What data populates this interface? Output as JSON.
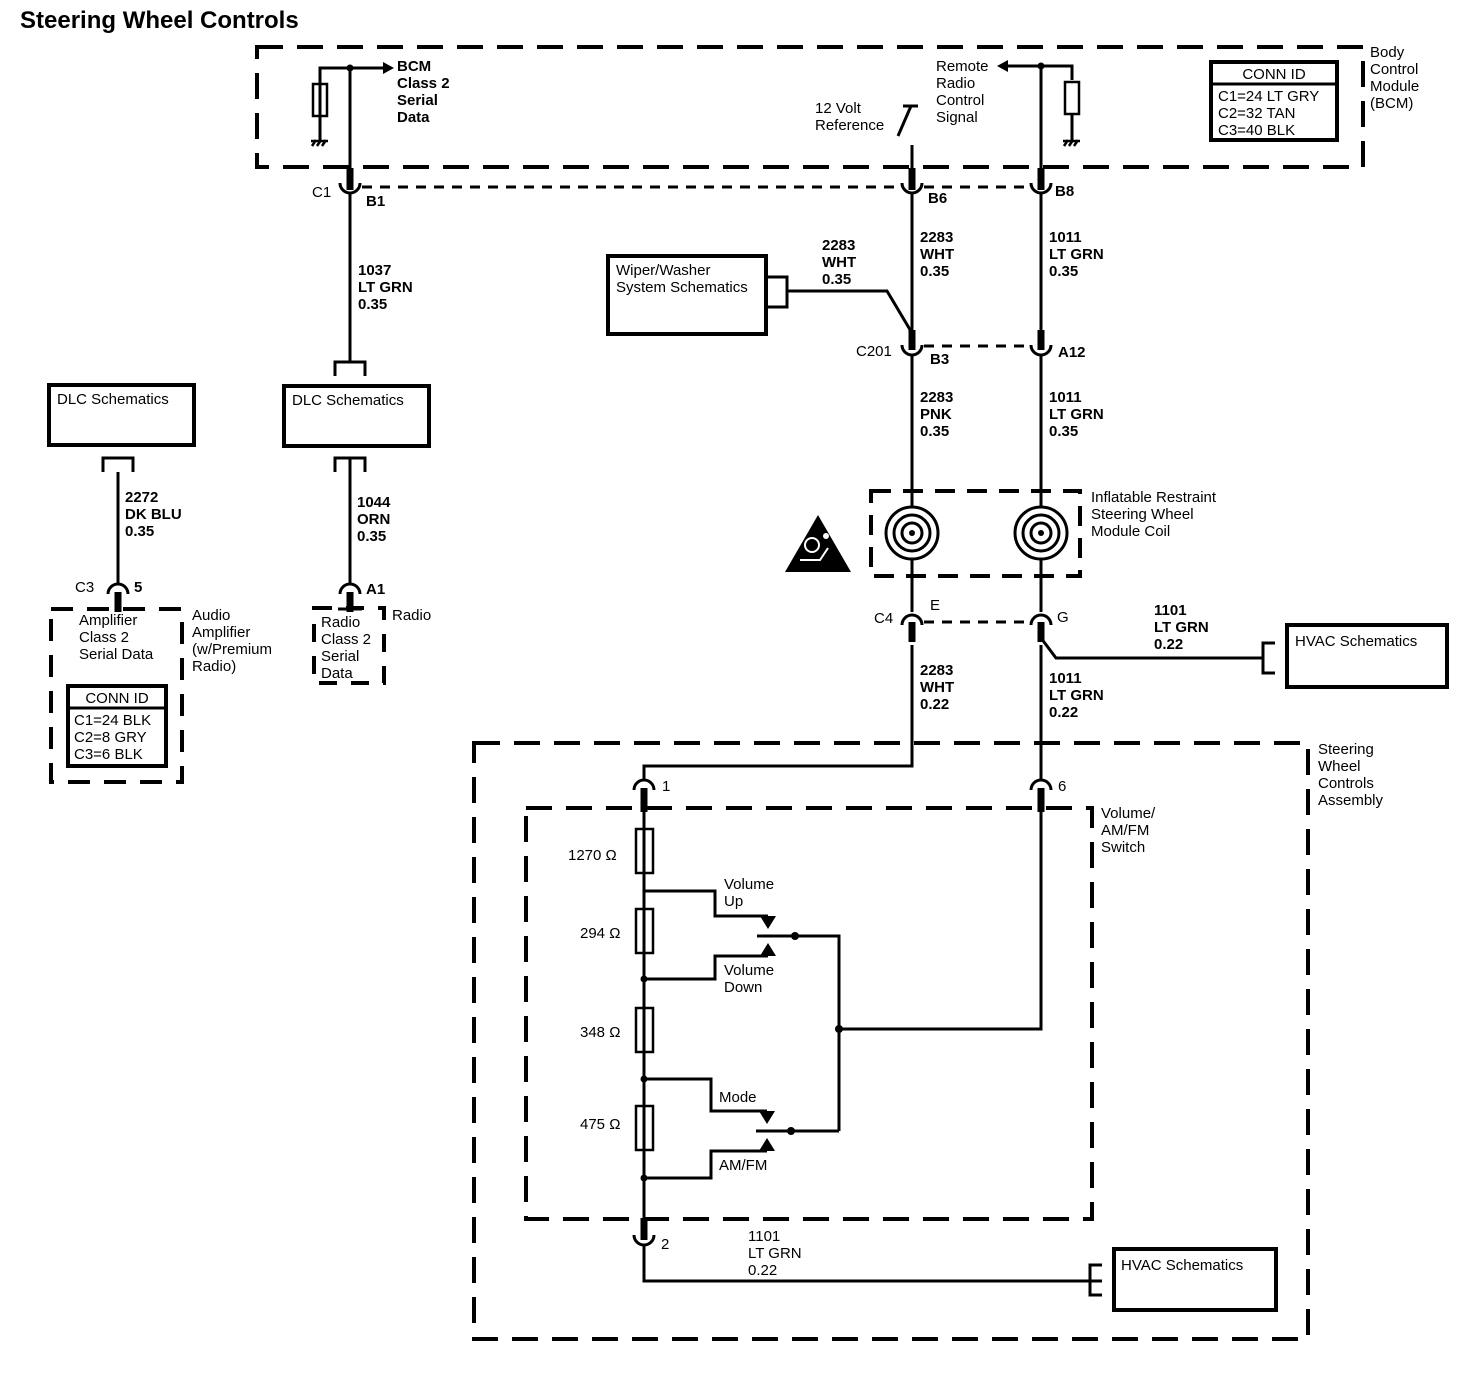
{
  "title": "Steering Wheel Controls",
  "bcm": {
    "name_lines": [
      "Body",
      "Control",
      "Module",
      "(BCM)"
    ],
    "serial_data_lines": [
      "BCM",
      "Class 2",
      "Serial",
      "Data"
    ],
    "remote_signal_lines": [
      "Remote",
      "Radio",
      "Control",
      "Signal"
    ],
    "ref_lines": [
      "12 Volt",
      "Reference"
    ],
    "conn_id": {
      "header": "CONN ID",
      "rows": [
        "C1=24 LT GRY",
        "C2=32 TAN",
        "C3=40 BLK"
      ]
    },
    "connector": "C1",
    "pins": {
      "b1": "B1",
      "b6": "B6",
      "b8": "B8"
    }
  },
  "wires": {
    "w1037": [
      "1037",
      "LT GRN",
      "0.35"
    ],
    "w2272": [
      "2272",
      "DK BLU",
      "0.35"
    ],
    "w1044": [
      "1044",
      "ORN",
      "0.35"
    ],
    "w2283_wiper": [
      "2283",
      "WHT",
      "0.35"
    ],
    "w2283_top": [
      "2283",
      "WHT",
      "0.35"
    ],
    "w1011_top": [
      "1011",
      "LT GRN",
      "0.35"
    ],
    "w2283_pnk": [
      "2283",
      "PNK",
      "0.35"
    ],
    "w1011_mid": [
      "1011",
      "LT GRN",
      "0.35"
    ],
    "w1101_top": [
      "1101",
      "LT GRN",
      "0.22"
    ],
    "w2283_bot": [
      "2283",
      "WHT",
      "0.22"
    ],
    "w1011_bot": [
      "1011",
      "LT GRN",
      "0.22"
    ],
    "w1101_bot": [
      "1101",
      "LT GRN",
      "0.22"
    ]
  },
  "schematic_refs": {
    "dlc_left": "DLC Schematics",
    "dlc_right": "DLC Schematics",
    "wiper": [
      "Wiper/Washer",
      "System Schematics"
    ],
    "hvac_top": "HVAC Schematics",
    "hvac_bottom": "HVAC Schematics"
  },
  "c201": {
    "connector": "C201",
    "pins": {
      "b3": "B3",
      "a12": "A12"
    }
  },
  "coil": {
    "label_lines": [
      "Inflatable Restraint",
      "Steering Wheel",
      "Module Coil"
    ]
  },
  "c4": {
    "connector": "C4",
    "pins": {
      "e": "E",
      "g": "G"
    }
  },
  "amplifier": {
    "connector": "C3",
    "pin": "5",
    "inner_lines": [
      "Amplifier",
      "Class 2",
      "Serial Data"
    ],
    "name_lines": [
      "Audio",
      "Amplifier",
      "(w/Premium",
      "Radio)"
    ],
    "conn_id": {
      "header": "CONN ID",
      "rows": [
        "C1=24 BLK",
        "C2=8 GRY",
        "C3=6 BLK"
      ]
    }
  },
  "radio": {
    "pin": "A1",
    "inner_lines": [
      "Radio",
      "Class 2",
      "Serial",
      "Data"
    ],
    "name": "Radio"
  },
  "assembly": {
    "name_lines": [
      "Steering",
      "Wheel",
      "Controls",
      "Assembly"
    ],
    "pins": {
      "p1": "1",
      "p6": "6",
      "p2": "2"
    }
  },
  "switch": {
    "name_lines": [
      "Volume/",
      "AM/FM",
      "Switch"
    ],
    "resistors": [
      "1270 Ω",
      "294 Ω",
      "348 Ω",
      "475 Ω"
    ],
    "volume_up": [
      "Volume",
      "Up"
    ],
    "volume_down": [
      "Volume",
      "Down"
    ],
    "mode": "Mode",
    "amfm": "AM/FM"
  }
}
